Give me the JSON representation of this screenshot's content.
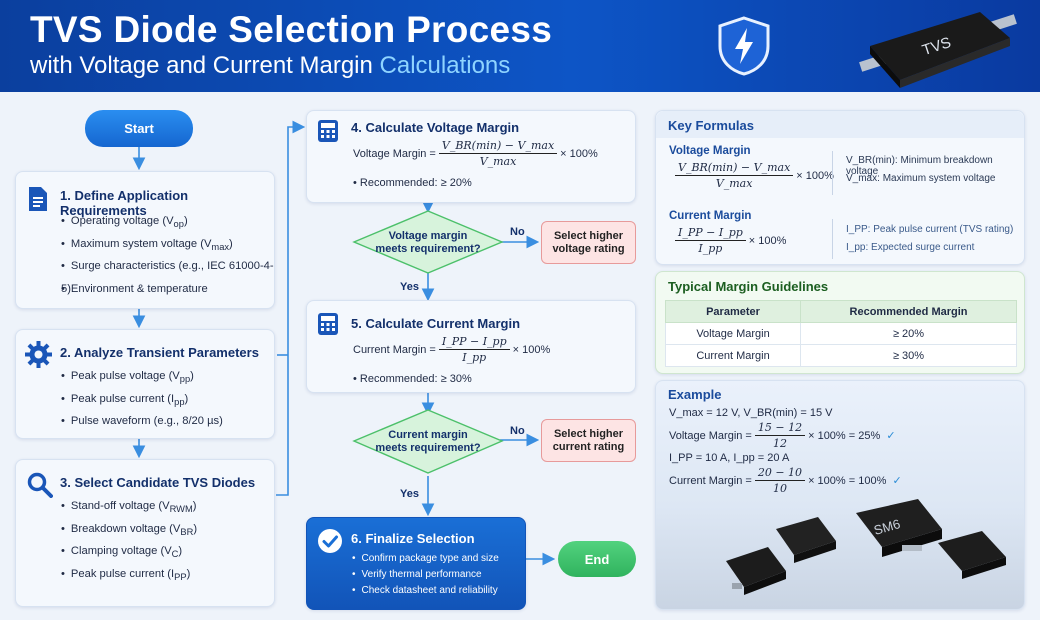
{
  "header": {
    "title": "TVS Diode Selection Process",
    "subtitle_a": "with Voltage and Current Margin",
    "subtitle_b": "Calculations",
    "chip_label": "TVS"
  },
  "flow": {
    "start": "Start",
    "end": "End",
    "step1": {
      "title": "1. Define Application Requirements",
      "items": [
        "Operating voltage (V",
        "Maximum system voltage (V",
        "Surge characteristics (e.g., IEC 61000-4-5)",
        "Environment & temperature"
      ],
      "subs": [
        "op",
        "max"
      ]
    },
    "step2": {
      "title": "2. Analyze Transient Parameters",
      "items": [
        "Peak pulse voltage (V",
        "Peak pulse current (I",
        "Pulse waveform (e.g., 8/20 µs)"
      ],
      "subs": [
        "pp",
        "pp"
      ]
    },
    "step3": {
      "title": "3. Select Candidate TVS Diodes",
      "items": [
        "Stand-off voltage (V",
        "Breakdown voltage (V",
        "Clamping voltage (V",
        "Peak pulse current (I"
      ],
      "subs": [
        "RWM",
        "BR",
        "C",
        "PP"
      ]
    },
    "step4": {
      "title": "4. Calculate Voltage Margin",
      "label": "Voltage Margin =",
      "num": "V_BR(min) − V_max",
      "den": "V_max",
      "times": "× 100%",
      "rec": "• Recommended: ≥ 20%"
    },
    "step5": {
      "title": "5. Calculate Current Margin",
      "label": "Current Margin =",
      "num": "I_PP − I_pp",
      "den": "I_pp",
      "times": "× 100%",
      "rec": "• Recommended: ≥ 30%"
    },
    "decision1": {
      "l1": "Voltage margin",
      "l2": "meets requirement?",
      "no": "No",
      "yes": "Yes",
      "alt_l1": "Select higher",
      "alt_l2": "voltage rating"
    },
    "decision2": {
      "l1": "Current margin",
      "l2": "meets requirement?",
      "no": "No",
      "yes": "Yes",
      "alt_l1": "Select higher",
      "alt_l2": "current rating"
    },
    "step6": {
      "title": "6. Finalize Selection",
      "items": [
        "Confirm package type and size",
        "Verify thermal performance",
        "Check datasheet and reliability"
      ]
    }
  },
  "formulas": {
    "title": "Key Formulas",
    "voltage": {
      "title": "Voltage Margin",
      "num": "V_BR(min) − V_max",
      "den": "V_max",
      "times": "× 100%",
      "note1": "Minimum breakdown voltage",
      "note1_sym": "V_BR(min):",
      "note2": "Maximum system voltage",
      "note2_sym": "V_max:"
    },
    "current": {
      "title": "Current Margin",
      "num": "I_PP − I_pp",
      "den": "I_pp",
      "times": "× 100%",
      "note1": "Peak pulse current (TVS rating)",
      "note1_sym": "I_PP:",
      "note2": "Expected surge current",
      "note2_sym": "I_pp:"
    }
  },
  "guidelines": {
    "title": "Typical Margin Guidelines",
    "headers": [
      "Parameter",
      "Recommended Margin"
    ],
    "rows": [
      [
        "Voltage Margin",
        "≥ 20%"
      ],
      [
        "Current Margin",
        "≥ 30%"
      ]
    ]
  },
  "example": {
    "title": "Example",
    "line1": "V_max = 12 V,   V_BR(min) = 15 V",
    "vm_label": "Voltage Margin =",
    "vm_num": "15 − 12",
    "vm_den": "12",
    "vm_result": "× 100% = 25%",
    "line3": "I_PP = 10 A,   I_pp = 20 A",
    "cm_label": "Current Margin =",
    "cm_num": "20 − 10",
    "cm_den": "10",
    "cm_result": "× 100% = 100%",
    "check": "✓",
    "chip_text": "SM6"
  },
  "colors": {
    "accent": "#1976d2",
    "green": "#3ec46d",
    "red": "#fde4e4",
    "header": "#0d55c6"
  }
}
